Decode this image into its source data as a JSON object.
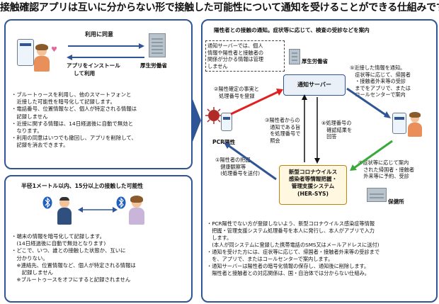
{
  "title": "接触確認アプリは互いに分からない形で接触した可能性について通知を受けることができる仕組みです",
  "left_top": {
    "consent_label": "利用に同意",
    "install_label_1": "アプリをインストール",
    "install_label_2": "して利用",
    "mhlw_label": "厚生労働省",
    "bullets": [
      "・ブルートゥースを利用し、他のスマートフォンと",
      "　近接した可能性を暗号化して記録します。",
      "・電話番号、位置情報など、個人が特定される情報は",
      "　記録しません",
      "・近接に関する情報は、14日経過後に自動で無効と",
      "　なります。",
      "・利用の同意はいつでも撤回し、アプリを削除して、",
      "　記録を消去できます。"
    ]
  },
  "left_bottom": {
    "heading": "半径1メートル以内、15分以上の接触した可能性",
    "bullets": [
      "・端末の情報を暗号化して記録します。",
      "　(14日経過後に自動で無効となります)",
      "・どこで、いつ、誰との接触した状態か、互いに",
      "　分かりない。",
      "　※連絡先、位置情報など、個人が特定される情報は",
      "　　記録しません",
      "　※ブルートゥースをオフにすると記録されません"
    ]
  },
  "right": {
    "heading": "陽性者との接触の通知。症状等に応じて、検査の受診などを案内",
    "note_lines": [
      "通知サーバーでは、個人",
      "情報や陽性者と接触者の",
      "関係が分かる情報は管理",
      "しません"
    ],
    "mhlw_label": "厚生労働省",
    "server_label": "通知サーバー",
    "step2": [
      "②陽性確定の事実と",
      "　処理番号を登録"
    ],
    "step3": [
      "③陽性者からの",
      "　通知である旨",
      "　を処理番号で",
      "　照会"
    ],
    "step4": [
      "④処理番号の",
      "　確認結果を",
      "　回答"
    ],
    "step5": [
      "⑤近接した情報を通知。",
      "　症状等に応じて、帰国者",
      "　・接触者外来等の受診",
      "　までをアプリで、または",
      "　コールセンターで案内"
    ],
    "step6": [
      "⑥症状等に応じて案内",
      "　された帰国者・接触者",
      "　外来等に予約、受診"
    ],
    "step1": [
      "①陽性者の把握、",
      "　健康観察等",
      "　(処理番号を送付)"
    ],
    "pcr_label": "PCR陽性",
    "hersys_lines": [
      "新型コロナウイルス",
      "感染者等情報把握・",
      "管理支援システム",
      "(HER-SYS)"
    ],
    "health_center_label": "保健所",
    "bullets": [
      "・PCR陽性でない方が登録しないよう、新型コロナウイルス感染症等情報",
      "　把握・管理支援システム処理番号を本人に発行し、本人がアプリで入力",
      "　します。",
      "　(本人が同システムに登録した携帯電話のSMS又はメールアドレスに送付)",
      "・通知を受けた方には、症状等に応じて、帰国者・接触者外来等の受診まで",
      "　を、アプリで、またはコールセンターで案内します。",
      "・通知サーバーは陽性者の暗号化情報の保存し、通知後に削除します。",
      "　陽性者と接触者との対応関係は、国・自治体では分からない仕組み。"
    ]
  },
  "colors": {
    "panel_border": "#2f5597",
    "arrow_blue": "#2f5597",
    "arrow_red": "#e02020",
    "arrow_green": "#3aa83a",
    "arrow_black": "#111111",
    "cloud": "#dfe8f3"
  }
}
